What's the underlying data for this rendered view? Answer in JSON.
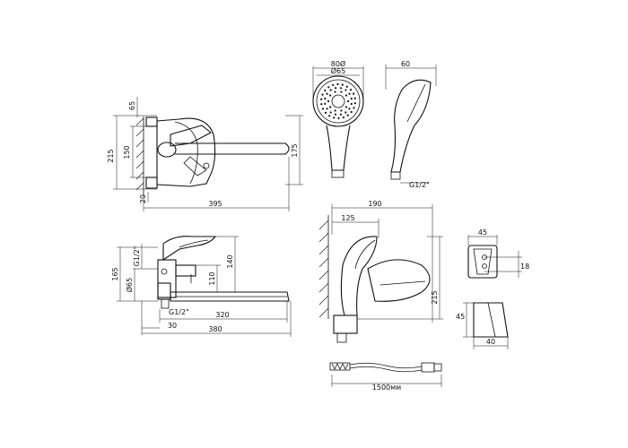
{
  "drawings": {
    "faucet_front": {
      "dims": {
        "d65": "65",
        "d215": "215",
        "d150": "150",
        "d175": "175",
        "d20": "20",
        "d395": "395"
      }
    },
    "faucet_side": {
      "dims": {
        "g12": "G1/2\"",
        "d165": "165",
        "d140": "140",
        "d110": "110",
        "phi65": "Ø65",
        "g12b": "G1/2\"",
        "d320": "320",
        "d30": "30",
        "d380": "380"
      }
    },
    "shower_head_front": {
      "dims": {
        "d80": "80Ø",
        "phi65": "Ø65"
      }
    },
    "shower_head_side": {
      "dims": {
        "d60": "60",
        "g12": "G1/2\""
      }
    },
    "shower_holder": {
      "dims": {
        "d190": "190",
        "d125": "125",
        "d215": "215"
      }
    },
    "bracket": {
      "dims": {
        "d45a": "45",
        "d18": "18",
        "d45b": "45",
        "d40": "40"
      }
    },
    "hose": {
      "dims": {
        "length": "1500мм"
      }
    }
  }
}
